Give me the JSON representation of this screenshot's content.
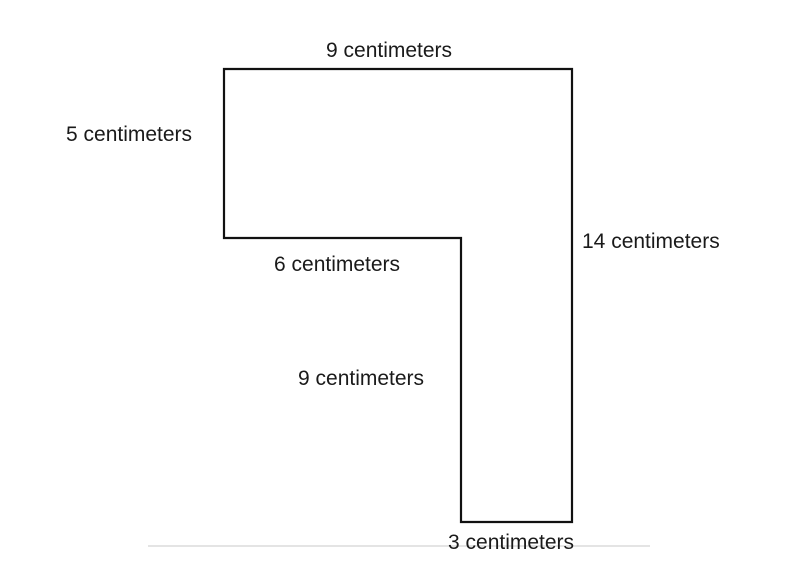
{
  "figure": {
    "labels": {
      "top": "9 centimeters",
      "left": "5 centimeters",
      "right": "14 centimeters",
      "inner_horizontal": "6 centimeters",
      "inner_vertical": "9 centimeters",
      "bottom": "3 centimeters"
    }
  }
}
